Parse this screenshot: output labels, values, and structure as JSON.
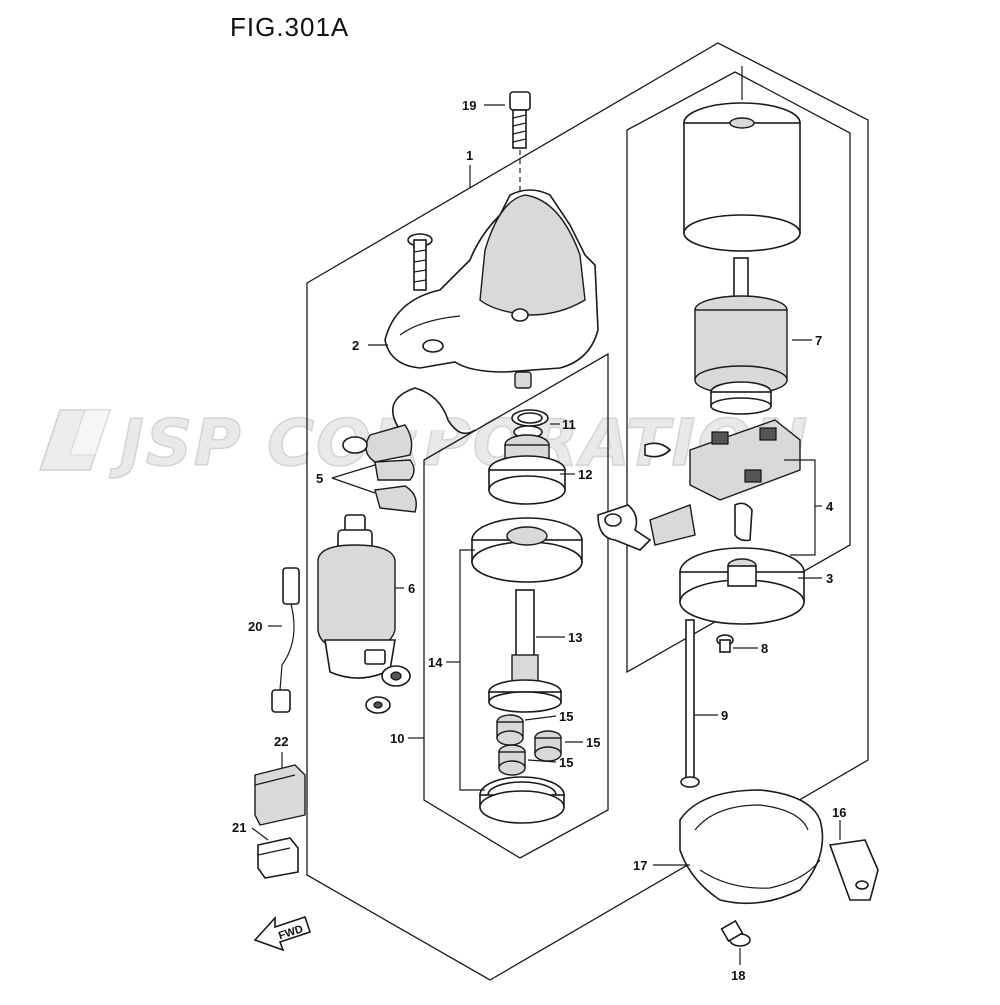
{
  "figure": {
    "title": "FIG.301A",
    "watermark": "JSP CORPORATION",
    "direction_label": "FWD"
  },
  "callouts": {
    "c1": "1",
    "c2": "2",
    "c3": "3",
    "c4": "4",
    "c5": "5",
    "c6": "6",
    "c7": "7",
    "c8": "8",
    "c9": "9",
    "c10": "10",
    "c11": "11",
    "c12": "12",
    "c13": "13",
    "c14": "14",
    "c15a": "15",
    "c15b": "15",
    "c15c": "15",
    "c16": "16",
    "c17": "17",
    "c18": "18",
    "c19": "19",
    "c20": "20",
    "c21": "21",
    "c22": "22"
  }
}
